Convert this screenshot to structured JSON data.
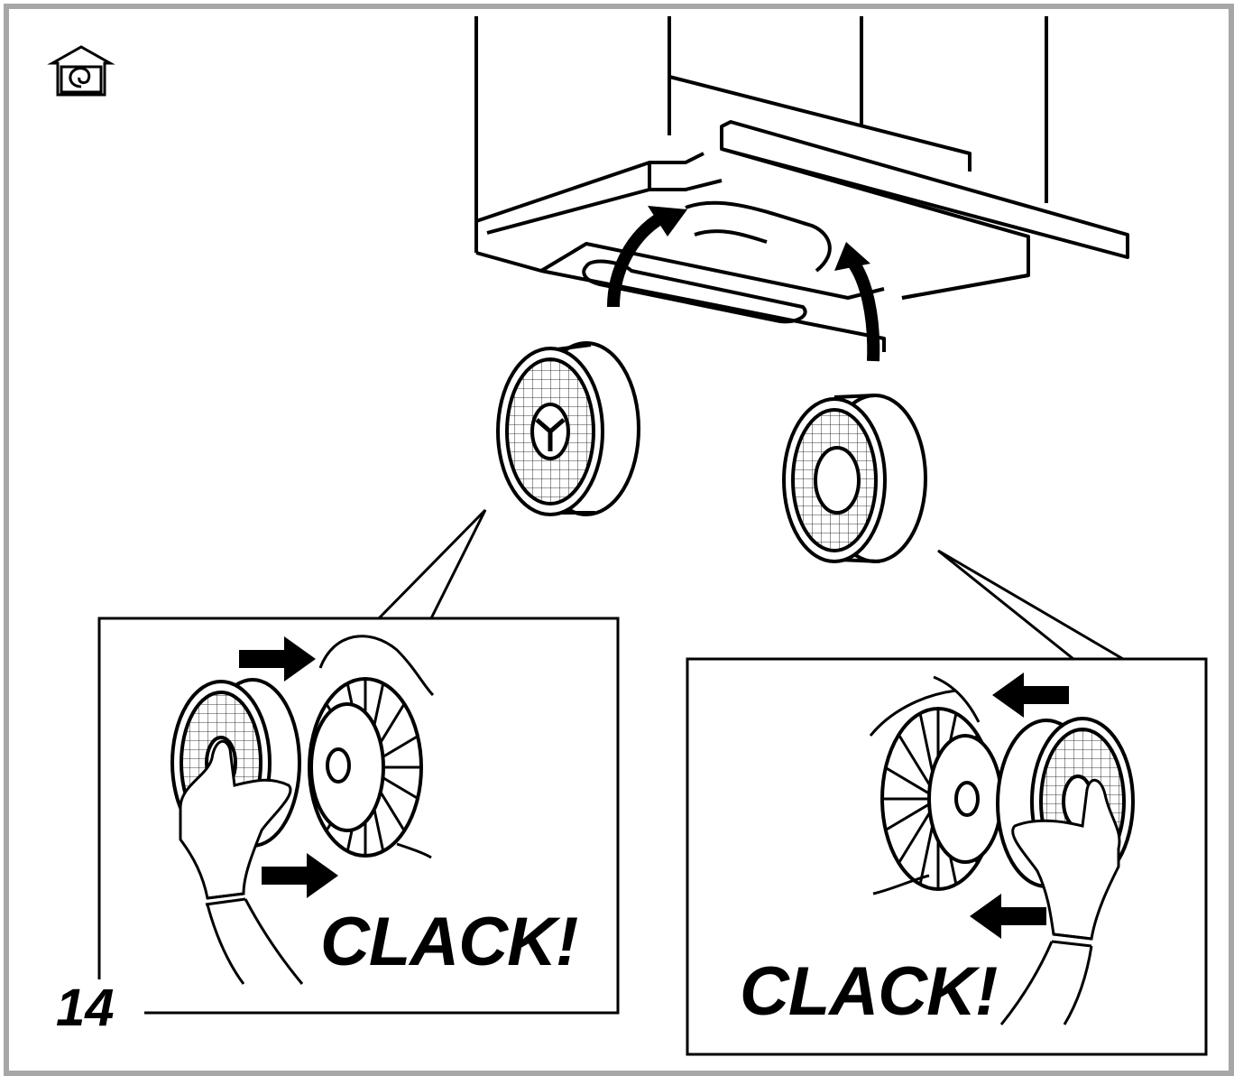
{
  "diagram": {
    "step_number": "14",
    "left_inset": {
      "caption": "CLACK!"
    },
    "right_inset": {
      "caption": "CLACK!"
    },
    "icons": {
      "recirculation": "house-with-spiral-icon"
    },
    "colors": {
      "line": "#000000",
      "frame": "#a7a7a7",
      "background": "#ffffff"
    }
  }
}
